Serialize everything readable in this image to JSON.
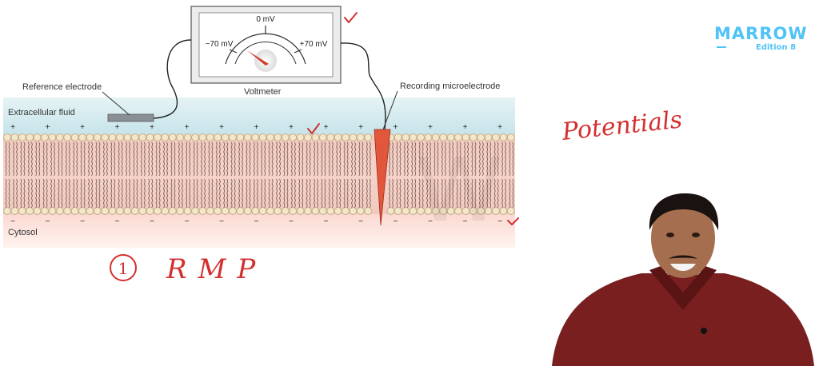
{
  "diagram": {
    "voltmeter": {
      "label": "Voltmeter",
      "scale_center": "0 mV",
      "scale_left": "−70 mV",
      "scale_right": "+70 mV"
    },
    "labels": {
      "reference_electrode": "Reference electrode",
      "recording_microelectrode": "Recording microelectrode",
      "extracellular_fluid": "Extracellular fluid",
      "cytosol": "Cytosol"
    },
    "outside_charge": "+",
    "inside_charge": "−"
  },
  "annotations": {
    "handwritten_title": "Potentials",
    "handwritten_item_number": "1",
    "handwritten_item": "RMP",
    "ink_color": "#d32f2f"
  },
  "branding": {
    "name": "MARROW",
    "edition": "Edition 8",
    "color": "#4fc3f7"
  },
  "colors": {
    "extracellular": "#cfe8ec",
    "cytosol": "#fbe3df",
    "membrane_head": "#f3e7c9",
    "electrode": "#e2573c"
  }
}
